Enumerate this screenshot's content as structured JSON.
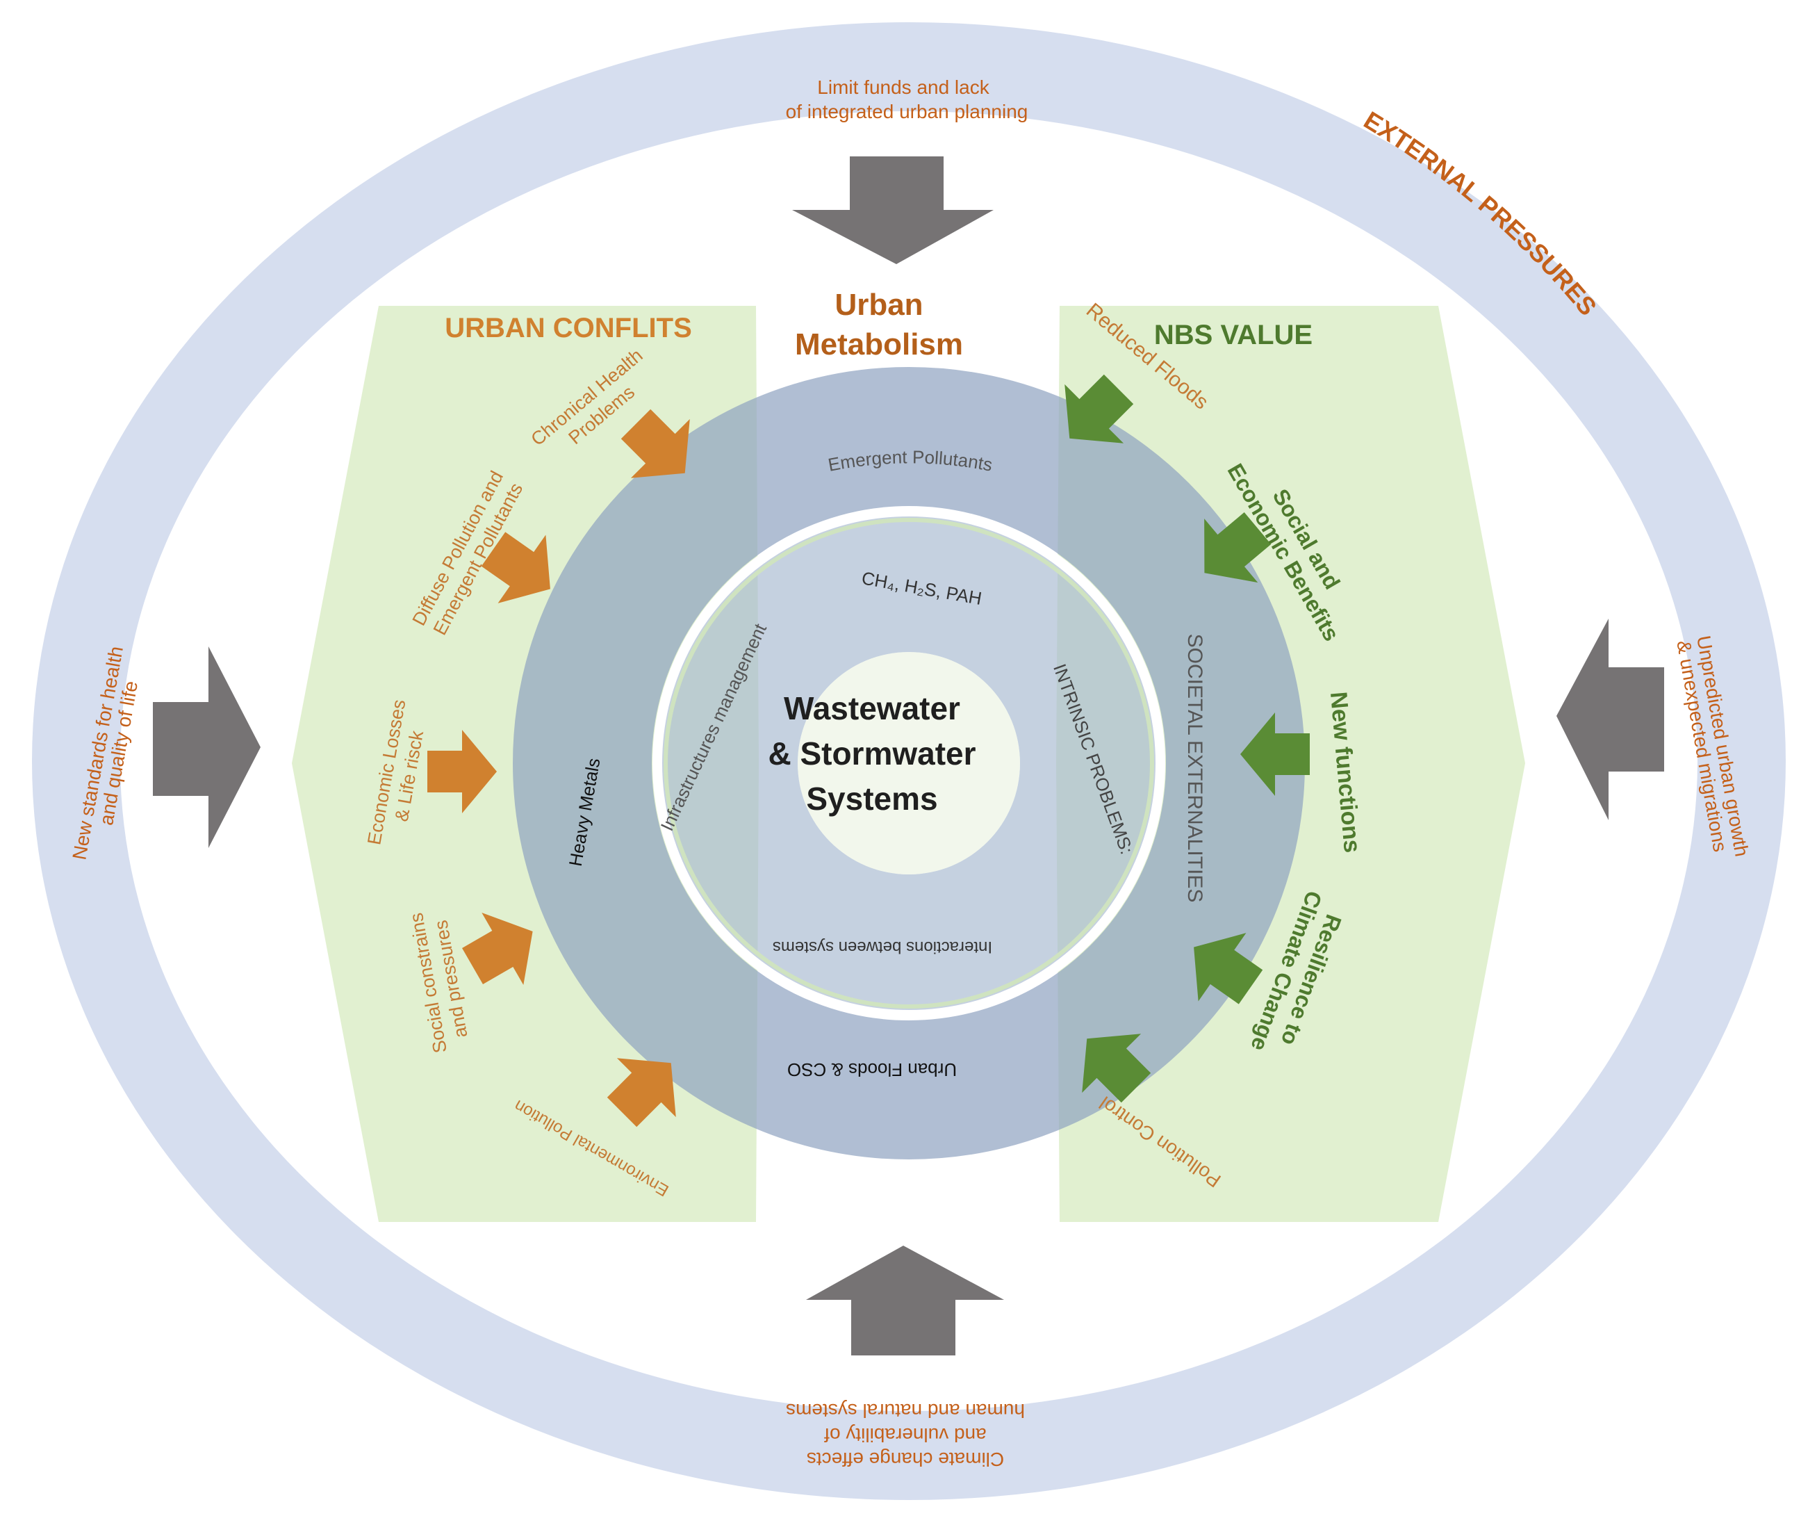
{
  "center": {
    "line1": "Wastewater",
    "line2": "& Stormwater",
    "line3": "Systems"
  },
  "top_heading": {
    "line1": "Urban",
    "line2": "Metabolism"
  },
  "external_pressures": {
    "heading": "EXTERNAL PRESSURES",
    "top": [
      "Limit funds and lack",
      "of integrated urban planning"
    ],
    "left": [
      "New standards for health",
      "and quality of life"
    ],
    "right": [
      "Unpredicted urban growth",
      "& unexpected migrations"
    ],
    "bottom": [
      "Climate change effects",
      "and vulnerability of",
      "human and natural systems"
    ]
  },
  "urban_conflicts": {
    "heading": "URBAN CONFLITS",
    "items": [
      [
        "Chronical Health",
        "Problems"
      ],
      [
        "Diffuse Pollution and",
        "Emergent Pollutants"
      ],
      [
        "Economic Losses",
        "& Life risck"
      ],
      [
        "Social constrains",
        "and pressures"
      ],
      [
        "Environmental Pollution"
      ]
    ]
  },
  "nbs_value": {
    "heading": "NBS VALUE",
    "items": [
      [
        "Reduced Floods"
      ],
      [
        "Social and",
        "Economic Benefits"
      ],
      [
        "New functions"
      ],
      [
        "Resilience to",
        "Climate Change"
      ],
      [
        "Pollution Control"
      ]
    ]
  },
  "societal_ring": {
    "title": "SOCIETAL EXTERNALITIES",
    "labels": {
      "top": "Emergent Pollutants",
      "left": "Heavy Metals",
      "bottom": "Urban Floods & CSO"
    }
  },
  "intrinsic_ring": {
    "title": "INTRINSIC PROBLEMS:",
    "labels": {
      "top": "CH₄, H₂S, PAH",
      "left": "Infrastructures management",
      "bottom": "Interactions between systems"
    }
  },
  "colors": {
    "outer_ring": "#d6deef",
    "green_panel": "#dcedc8",
    "societal_ring": "#9aabc8",
    "inner_ring": "#a9bdd5",
    "orange_text": "#c47a35",
    "orange_arrow": "#d0812f",
    "green_text": "#4e7a2e",
    "green_arrow": "#5a8c35",
    "grey_arrow": "#767374"
  }
}
